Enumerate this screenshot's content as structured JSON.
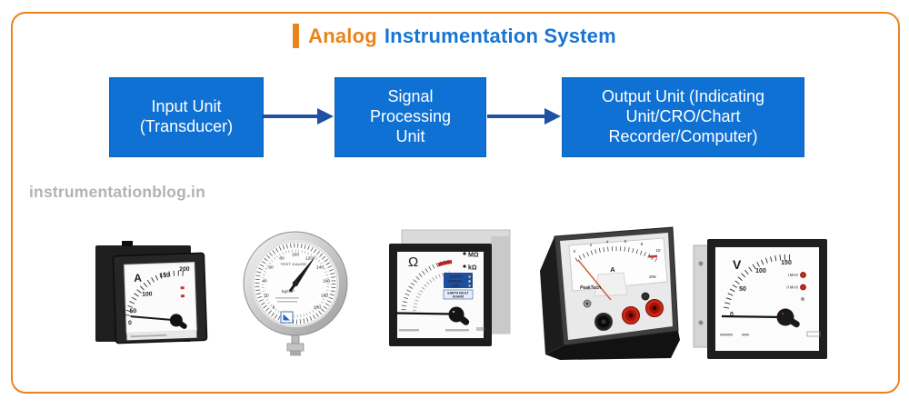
{
  "colors": {
    "accent_orange": "#E8831D",
    "title_blue": "#1674D4",
    "block_blue": "#0F71D3",
    "arrow_blue": "#1E51A3",
    "watermark_gray": "#B3B3B3"
  },
  "header": {
    "title_accent": "Analog",
    "title_rest": "Instrumentation System"
  },
  "flow": {
    "blocks": [
      {
        "label": "Input Unit\n(Transducer)"
      },
      {
        "label": "Signal\nProcessing\nUnit"
      },
      {
        "label": "Output Unit (Indicating\nUnit/CRO/Chart\nRecorder/Computer)"
      }
    ]
  },
  "watermark": "instrumentationblog.in",
  "meters": {
    "ammeter": {
      "unit": "A",
      "ticks": [
        "0",
        "50",
        "100",
        "150",
        "200"
      ]
    },
    "pressure_gauge": {
      "title": "TEST GAUGE",
      "unit": "kg/cm²",
      "ticks": [
        "0",
        "20",
        "40",
        "60",
        "80",
        "100",
        "120",
        "140",
        "160",
        "180",
        "200"
      ]
    },
    "ohmmeter": {
      "unit": "Ω",
      "range_top": "MΩ",
      "range_bottom": "kΩ",
      "status_rows": [
        "ALARM",
        "NORMAL",
        "TIME"
      ],
      "caption_line1": "EARTH FAULT",
      "caption_line2": "GUARD"
    },
    "bench_meter": {
      "brand": "PeakTech",
      "model": "206",
      "unit": "A",
      "ticks": [
        "0",
        "2",
        "4",
        "6",
        "8",
        "10"
      ]
    },
    "voltmeter": {
      "unit": "V",
      "ticks": [
        "0",
        "50",
        "100",
        "150"
      ],
      "led_1": "I MAX",
      "led_2": "II MAX"
    }
  }
}
